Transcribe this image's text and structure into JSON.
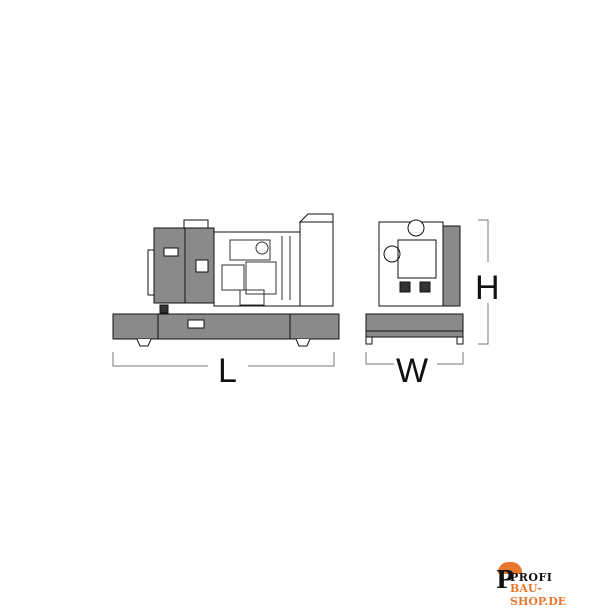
{
  "diagram": {
    "labels": {
      "length": "L",
      "width": "W",
      "height": "H"
    },
    "colors": {
      "body": "#8a8a8a",
      "line": "#111111",
      "brand": "#e8772e"
    }
  },
  "logo": {
    "line1": "PROFI",
    "line2": "BAU-SHOP.DE"
  }
}
